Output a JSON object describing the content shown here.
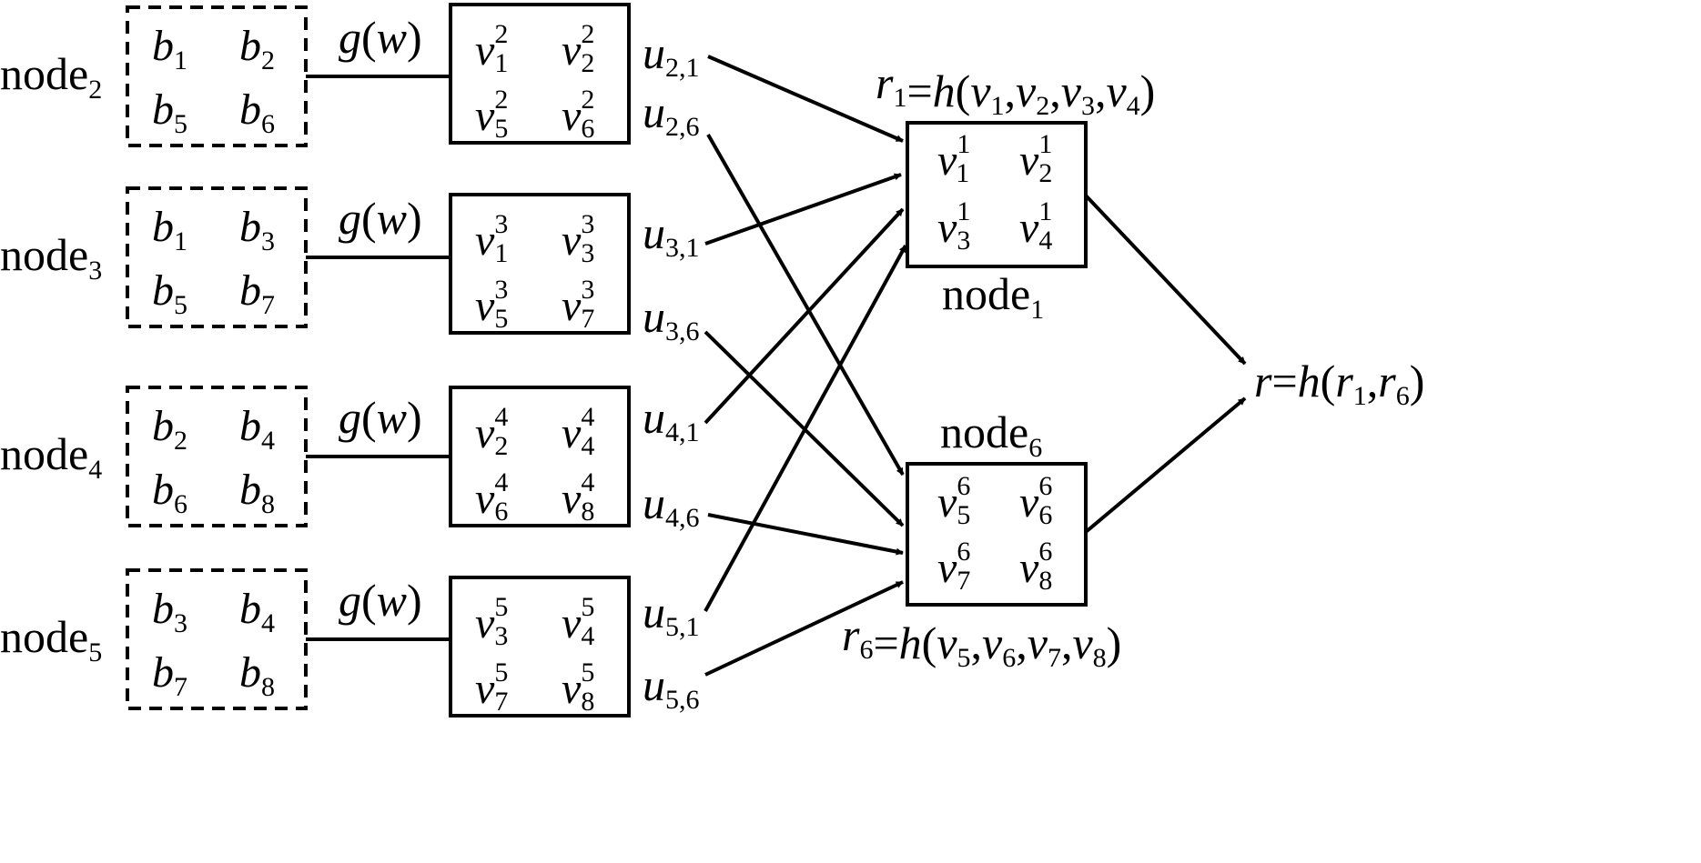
{
  "diagram": {
    "node_names": [
      "node2",
      "node3",
      "node4",
      "node5",
      "node1",
      "node6"
    ],
    "left_nodes": [
      {
        "label": {
          "base": "node",
          "sub": "2"
        },
        "map": "g(w)",
        "b_blocks": [
          {
            "var": "b",
            "sub": "1"
          },
          {
            "var": "b",
            "sub": "2"
          },
          {
            "var": "b",
            "sub": "5"
          },
          {
            "var": "b",
            "sub": "6"
          }
        ],
        "v_blocks": [
          {
            "var": "v",
            "sub": "1",
            "sup": "2"
          },
          {
            "var": "v",
            "sub": "2",
            "sup": "2"
          },
          {
            "var": "v",
            "sub": "5",
            "sup": "2"
          },
          {
            "var": "v",
            "sub": "6",
            "sup": "2"
          }
        ],
        "outputs": [
          {
            "var": "u",
            "sub": "2,1"
          },
          {
            "var": "u",
            "sub": "2,6"
          }
        ]
      },
      {
        "label": {
          "base": "node",
          "sub": "3"
        },
        "map": "g(w)",
        "b_blocks": [
          {
            "var": "b",
            "sub": "1"
          },
          {
            "var": "b",
            "sub": "3"
          },
          {
            "var": "b",
            "sub": "5"
          },
          {
            "var": "b",
            "sub": "7"
          }
        ],
        "v_blocks": [
          {
            "var": "v",
            "sub": "1",
            "sup": "3"
          },
          {
            "var": "v",
            "sub": "3",
            "sup": "3"
          },
          {
            "var": "v",
            "sub": "5",
            "sup": "3"
          },
          {
            "var": "v",
            "sub": "7",
            "sup": "3"
          }
        ],
        "outputs": [
          {
            "var": "u",
            "sub": "3,1"
          },
          {
            "var": "u",
            "sub": "3,6"
          }
        ]
      },
      {
        "label": {
          "base": "node",
          "sub": "4"
        },
        "map": "g(w)",
        "b_blocks": [
          {
            "var": "b",
            "sub": "2"
          },
          {
            "var": "b",
            "sub": "4"
          },
          {
            "var": "b",
            "sub": "6"
          },
          {
            "var": "b",
            "sub": "8"
          }
        ],
        "v_blocks": [
          {
            "var": "v",
            "sub": "2",
            "sup": "4"
          },
          {
            "var": "v",
            "sub": "4",
            "sup": "4"
          },
          {
            "var": "v",
            "sub": "6",
            "sup": "4"
          },
          {
            "var": "v",
            "sub": "8",
            "sup": "4"
          }
        ],
        "outputs": [
          {
            "var": "u",
            "sub": "4,1"
          },
          {
            "var": "u",
            "sub": "4,6"
          }
        ]
      },
      {
        "label": {
          "base": "node",
          "sub": "5"
        },
        "map": "g(w)",
        "b_blocks": [
          {
            "var": "b",
            "sub": "3"
          },
          {
            "var": "b",
            "sub": "4"
          },
          {
            "var": "b",
            "sub": "7"
          },
          {
            "var": "b",
            "sub": "8"
          }
        ],
        "v_blocks": [
          {
            "var": "v",
            "sub": "3",
            "sup": "5"
          },
          {
            "var": "v",
            "sub": "4",
            "sup": "5"
          },
          {
            "var": "v",
            "sub": "7",
            "sup": "5"
          },
          {
            "var": "v",
            "sub": "8",
            "sup": "5"
          }
        ],
        "outputs": [
          {
            "var": "u",
            "sub": "5,1"
          },
          {
            "var": "u",
            "sub": "5,6"
          }
        ]
      }
    ],
    "node1": {
      "label": {
        "base": "node",
        "sub": "1"
      },
      "v_blocks": [
        {
          "var": "v",
          "sub": "1",
          "sup": "1"
        },
        {
          "var": "v",
          "sub": "2",
          "sup": "1"
        },
        {
          "var": "v",
          "sub": "3",
          "sup": "1"
        },
        {
          "var": "v",
          "sub": "4",
          "sup": "1"
        }
      ],
      "formula": {
        "lhs": "r",
        "lhs_sub": "1",
        "fn": "h",
        "args": [
          {
            "var": "v",
            "sub": "1"
          },
          {
            "var": "v",
            "sub": "2"
          },
          {
            "var": "v",
            "sub": "3"
          },
          {
            "var": "v",
            "sub": "4"
          }
        ]
      }
    },
    "node6": {
      "label": {
        "base": "node",
        "sub": "6"
      },
      "v_blocks": [
        {
          "var": "v",
          "sub": "5",
          "sup": "6"
        },
        {
          "var": "v",
          "sub": "6",
          "sup": "6"
        },
        {
          "var": "v",
          "sub": "7",
          "sup": "6"
        },
        {
          "var": "v",
          "sub": "8",
          "sup": "6"
        }
      ],
      "formula": {
        "lhs": "r",
        "lhs_sub": "6",
        "fn": "h",
        "args": [
          {
            "var": "v",
            "sub": "5"
          },
          {
            "var": "v",
            "sub": "6"
          },
          {
            "var": "v",
            "sub": "7"
          },
          {
            "var": "v",
            "sub": "8"
          }
        ]
      }
    },
    "final": {
      "lhs": "r",
      "fn": "h",
      "args": [
        {
          "var": "r",
          "sub": "1"
        },
        {
          "var": "r",
          "sub": "6"
        }
      ]
    },
    "connections": [
      {
        "from": "u2,1",
        "to": "node1"
      },
      {
        "from": "u2,6",
        "to": "node6"
      },
      {
        "from": "u3,1",
        "to": "node1"
      },
      {
        "from": "u3,6",
        "to": "node6"
      },
      {
        "from": "u4,1",
        "to": "node1"
      },
      {
        "from": "u4,6",
        "to": "node6"
      },
      {
        "from": "u5,1",
        "to": "node1"
      },
      {
        "from": "u5,6",
        "to": "node6"
      },
      {
        "from": "node1",
        "to": "r"
      },
      {
        "from": "node6",
        "to": "r"
      }
    ]
  }
}
